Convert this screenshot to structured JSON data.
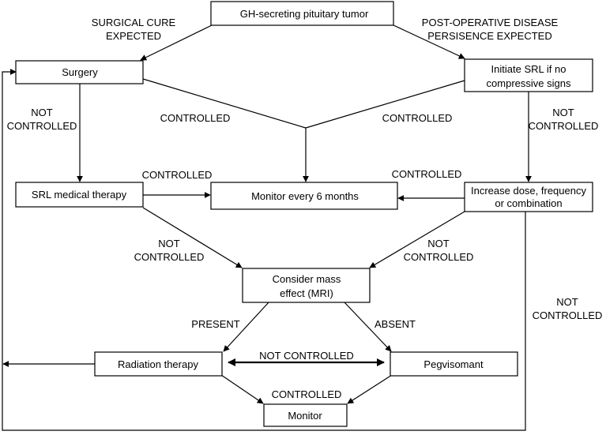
{
  "nodes": {
    "tumor": "GH-secreting pituitary tumor",
    "surgery": "Surgery",
    "srl_initiate": [
      "Initiate SRL if no",
      "compressive signs"
    ],
    "srl_therapy": "SRL medical therapy",
    "monitor6": "Monitor every 6 months",
    "increase": [
      "Increase dose, frequency",
      "or combination"
    ],
    "mass": [
      "Consider mass",
      "effect (MRI)"
    ],
    "radiation": "Radiation therapy",
    "pegvisomant": "Pegvisomant",
    "monitor": "Monitor"
  },
  "labels": {
    "surgical_cure": [
      "SURGICAL CURE",
      "EXPECTED"
    ],
    "postop": [
      "POST-OPERATIVE DISEASE",
      "PERSISENCE EXPECTED"
    ],
    "not_controlled_surgery": [
      "NOT",
      "CONTROLLED"
    ],
    "controlled_surgery": "CONTROLLED",
    "controlled_srl": "CONTROLLED",
    "not_controlled_srl": [
      "NOT",
      "CONTROLLED"
    ],
    "controlled_left": "CONTROLLED",
    "controlled_right": "CONTROLLED",
    "not_controlled_left": [
      "NOT",
      "CONTROLLED"
    ],
    "not_controlled_right": [
      "NOT",
      "CONTROLLED"
    ],
    "not_controlled_far_right": [
      "NOT",
      "CONTROLLED"
    ],
    "present": "PRESENT",
    "absent": "ABSENT",
    "not_controlled_mid": "NOT CONTROLLED",
    "controlled_bottom": "CONTROLLED"
  }
}
